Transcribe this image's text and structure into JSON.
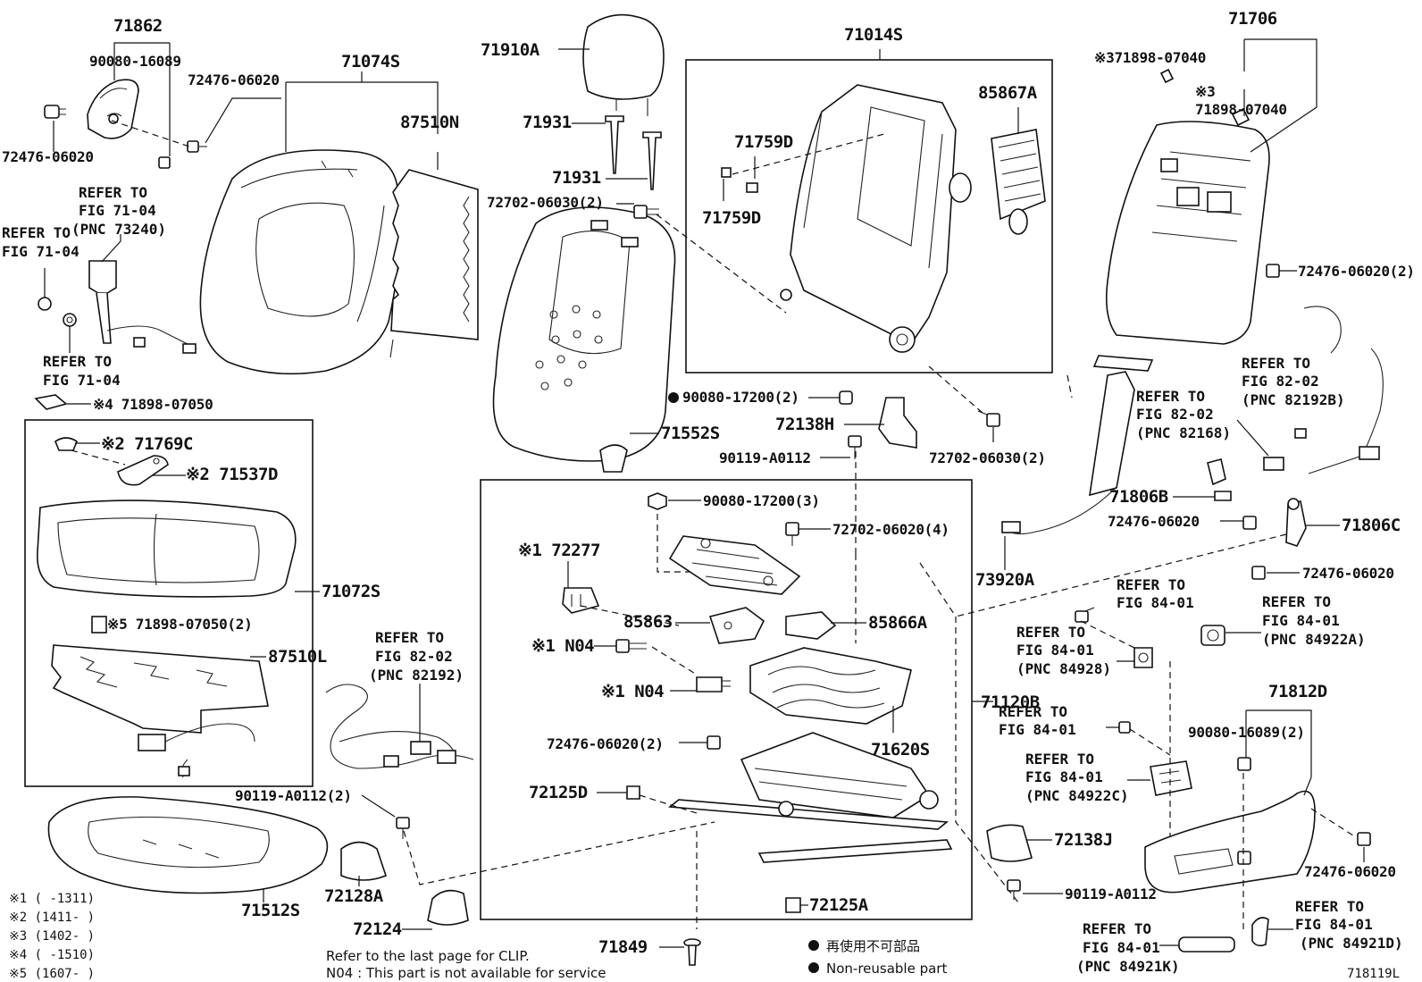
{
  "parts": {
    "p71862": "71862",
    "p90080_16089": "90080-16089",
    "p72476_06020_top": "72476-06020",
    "p72476_06020_left": "72476-06020",
    "p71074S": "71074S",
    "p87510N": "87510N",
    "p71910A": "71910A",
    "p71931a": "71931",
    "p71931b": "71931",
    "p72702_06030_2a": "72702-06030(2)",
    "p71552S": "71552S",
    "p71014S": "71014S",
    "p85867A": "85867A",
    "p71759D_a": "71759D",
    "p71759D_b": "71759D",
    "p90080_17200_2": "90080-17200(2)",
    "p72138H": "72138H",
    "p90119_A0112": "90119-A0112",
    "p72702_06030_2b": "72702-06030(2)",
    "p71706": "71706",
    "p71898_07040_a": "※371898-07040",
    "p71898_07040_b_mark": "※3",
    "p71898_07040_b": "71898-07040",
    "p72476_06020_2_right": "72476-06020(2)",
    "p71806B": "71806B",
    "p72476_06020_r2": "72476-06020",
    "p71806C": "71806C",
    "p72476_06020_r3": "72476-06020",
    "p73920A": "73920A",
    "p71898_07050": "※4 71898-07050",
    "p71769C": "※2 71769C",
    "p71537D": "※2 71537D",
    "p71072S": "71072S",
    "p71898_07050_2": "※5 71898-07050(2)",
    "p87510L": "87510L",
    "p90119_A0112_2": "90119-A0112(2)",
    "p71512S": "71512S",
    "p72128A": "72128A",
    "p72124": "72124",
    "p90080_17200_3": "90080-17200(3)",
    "p72702_06020_4": "72702-06020(4)",
    "p72277": "※1 72277",
    "p85863": "85863",
    "p85866A": "85866A",
    "pN04a": "※1 N04",
    "pN04b": "※1 N04",
    "p71620S": "71620S",
    "p72476_06020_2_mid": "72476-06020(2)",
    "p71120B": "71120B",
    "p72125D": "72125D",
    "p72125A": "72125A",
    "p71849": "71849",
    "p72138J": "72138J",
    "p90119_A0112_b": "90119-A0112",
    "p71812D": "71812D",
    "p90080_16089_2": "90080-16089(2)",
    "p72476_06020_br": "72476-06020"
  },
  "refs": {
    "r_fig7104_pnc73240": [
      "REFER TO",
      "FIG 71-04",
      "(PNC 73240)"
    ],
    "r_fig7104_left": [
      "REFER TO",
      "FIG 71-04"
    ],
    "r_fig7104_bottom": [
      "REFER TO",
      "FIG 71-04"
    ],
    "r_fig8202_82192": [
      "REFER TO",
      "FIG 82-02",
      "(PNC 82192)"
    ],
    "r_fig8202_82192B": [
      "REFER TO",
      "FIG 82-02",
      "(PNC 82192B)"
    ],
    "r_fig8202_82168": [
      "REFER TO",
      "FIG 82-02",
      "(PNC 82168)"
    ],
    "r_fig8401_a": [
      "REFER TO",
      "FIG 84-01"
    ],
    "r_fig8401_84922A": [
      "REFER TO",
      "FIG 84-01",
      "(PNC 84922A)"
    ],
    "r_fig8401_84928": [
      "REFER TO",
      "FIG 84-01",
      "(PNC 84928)"
    ],
    "r_fig8401_b": [
      "REFER TO",
      "FIG 84-01"
    ],
    "r_fig8401_84922C": [
      "REFER TO",
      "FIG 84-01",
      "(PNC 84922C)"
    ],
    "r_fig8401_84921K": [
      "REFER TO",
      "FIG 84-01",
      "(PNC 84921K)"
    ],
    "r_fig8401_84921D": [
      "REFER TO",
      "FIG 84-01",
      "(PNC 84921D)"
    ]
  },
  "footnotes": [
    "※1 (     -1311)",
    "※2 (1411-     )",
    "※3 (1402-     )",
    "※4 (     -1510)",
    "※5 (1607-     )"
  ],
  "legend": {
    "jp": "再使用不可部品",
    "en": "Non-reusable part"
  },
  "notes": {
    "clip": "Refer to the last page for CLIP.",
    "n04": "N04 : This part is not available for service"
  },
  "figure_id": "718119L"
}
